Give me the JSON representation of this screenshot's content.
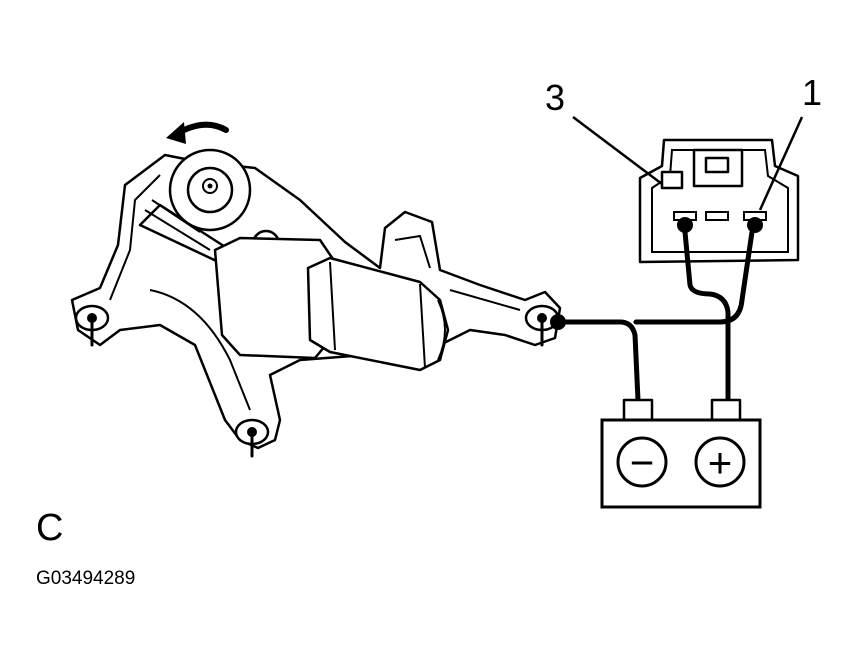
{
  "labels": {
    "terminal_3": "3",
    "terminal_1": "1",
    "panel_letter": "C",
    "figure_code": "G03494289"
  },
  "battery": {
    "negative_symbol": "−",
    "positive_symbol": "+"
  },
  "colors": {
    "ink": "#000000",
    "paper": "#ffffff"
  },
  "icons": [
    "rotation-arrow-icon",
    "wiper-motor-icon",
    "connector-icon",
    "battery-icon"
  ]
}
